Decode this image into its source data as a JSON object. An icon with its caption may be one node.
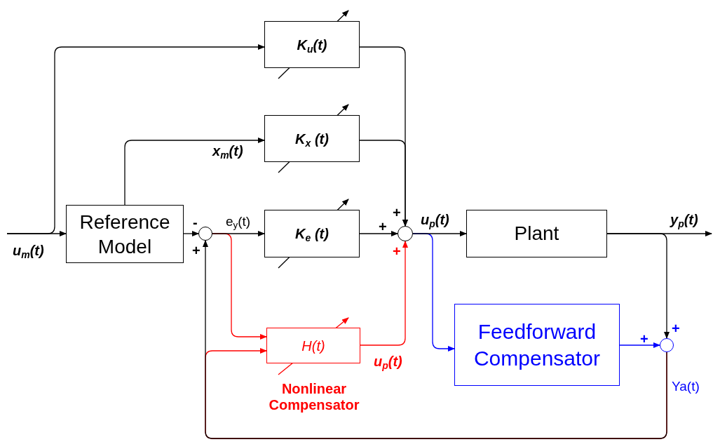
{
  "diagram": {
    "nodes": [
      {
        "text": [
          "K$_{u}$(t)"
        ]
      },
      {
        "text": [
          "K$_{x}$ (t)"
        ]
      },
      {
        "text": [
          "Reference Model"
        ]
      },
      {
        "text": [],
        "shape": "circle"
      },
      {
        "text": [
          "K$_{e}$ (t)"
        ]
      },
      {
        "text": [],
        "shape": "circle"
      },
      {
        "text": [
          "Plant"
        ]
      },
      {
        "text": [
          "H(t)"
        ],
        "beside": [
          "Nonlinear Compensator"
        ]
      },
      {
        "text": [
          "Feedforward Compensator"
        ]
      },
      {
        "text": [],
        "shape": "circle"
      }
    ],
    "edges": [
      {
        "from": null,
        "to": 2,
        "arrow": "to"
      },
      {
        "from": null,
        "to": 0,
        "arrow": "to"
      },
      {
        "from": 2,
        "to": 1,
        "arrow": "to"
      },
      {
        "from": 2,
        "to": 3,
        "arrow": "to"
      },
      {
        "from": 3,
        "to": 4,
        "arrow": "to"
      },
      {
        "from": 3,
        "to": 7,
        "arrow": "to",
        "color": "#ff0000"
      },
      {
        "from": 0,
        "to": 5,
        "arrow": "to"
      },
      {
        "from": 1,
        "to": 5,
        "arrow": "to"
      },
      {
        "from": 4,
        "to": 5,
        "arrow": "to"
      },
      {
        "from": 7,
        "to": 5,
        "arrow": "to",
        "color": "#ff0000"
      },
      {
        "from": 5,
        "to": 6,
        "arrow": "to"
      },
      {
        "from": 5,
        "to": 8,
        "arrow": "to",
        "color": "#0000ff"
      },
      {
        "from": 6,
        "to": null,
        "arrow": "to"
      },
      {
        "from": 6,
        "to": 9,
        "arrow": "to"
      },
      {
        "from": 8,
        "to": 9,
        "arrow": "to",
        "color": "#0000ff"
      },
      {
        "from": 9,
        "to": 3,
        "arrow": "to"
      },
      {
        "from": 9,
        "to": 7,
        "arrow": "to",
        "color": "#ff0000"
      }
    ],
    "labels": [
      "x$_{m}$(t)",
      "+",
      "-",
      "e$_{y}$(t)",
      "u$_{p}$(t)",
      "y$_{p}$(t)",
      "+",
      "u$_{m}$(t)",
      "+",
      "+",
      "+",
      "+",
      "u$_{p}$(t)",
      "Ya(t)"
    ]
  }
}
